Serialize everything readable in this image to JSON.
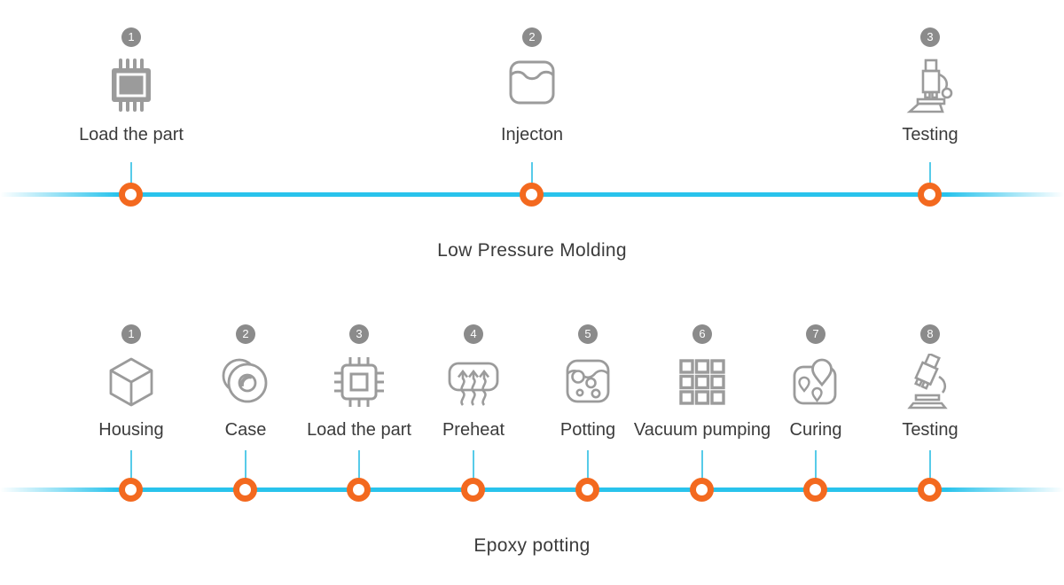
{
  "colors": {
    "icon_gray": "#9b9b9b",
    "badge_gray": "#8b8b8b",
    "text_dark": "#3b3b3b",
    "timeline_cyan": "#29c3ec",
    "connector_cyan": "#57cbe9",
    "marker_orange": "#f3691f"
  },
  "sections": [
    {
      "title": "Low Pressure Molding",
      "steps": [
        {
          "num": "1",
          "label": "Load the part",
          "icon": "chip-filled-icon"
        },
        {
          "num": "2",
          "label": "Injecton",
          "icon": "liquid-container-icon"
        },
        {
          "num": "3",
          "label": "Testing",
          "icon": "microscope-icon"
        }
      ]
    },
    {
      "title": "Epoxy potting",
      "steps": [
        {
          "num": "1",
          "label": "Housing",
          "icon": "cube-icon"
        },
        {
          "num": "2",
          "label": "Case",
          "icon": "disc-icon"
        },
        {
          "num": "3",
          "label": "Load the part",
          "icon": "chip-outline-icon"
        },
        {
          "num": "4",
          "label": "Preheat",
          "icon": "preheat-arrows-icon"
        },
        {
          "num": "5",
          "label": "Potting",
          "icon": "potting-bubbles-icon"
        },
        {
          "num": "6",
          "label": "Vacuum pumping",
          "icon": "grid-icon"
        },
        {
          "num": "7",
          "label": "Curing",
          "icon": "map-pins-icon"
        },
        {
          "num": "8",
          "label": "Testing",
          "icon": "microscope-tilted-icon"
        }
      ]
    }
  ]
}
